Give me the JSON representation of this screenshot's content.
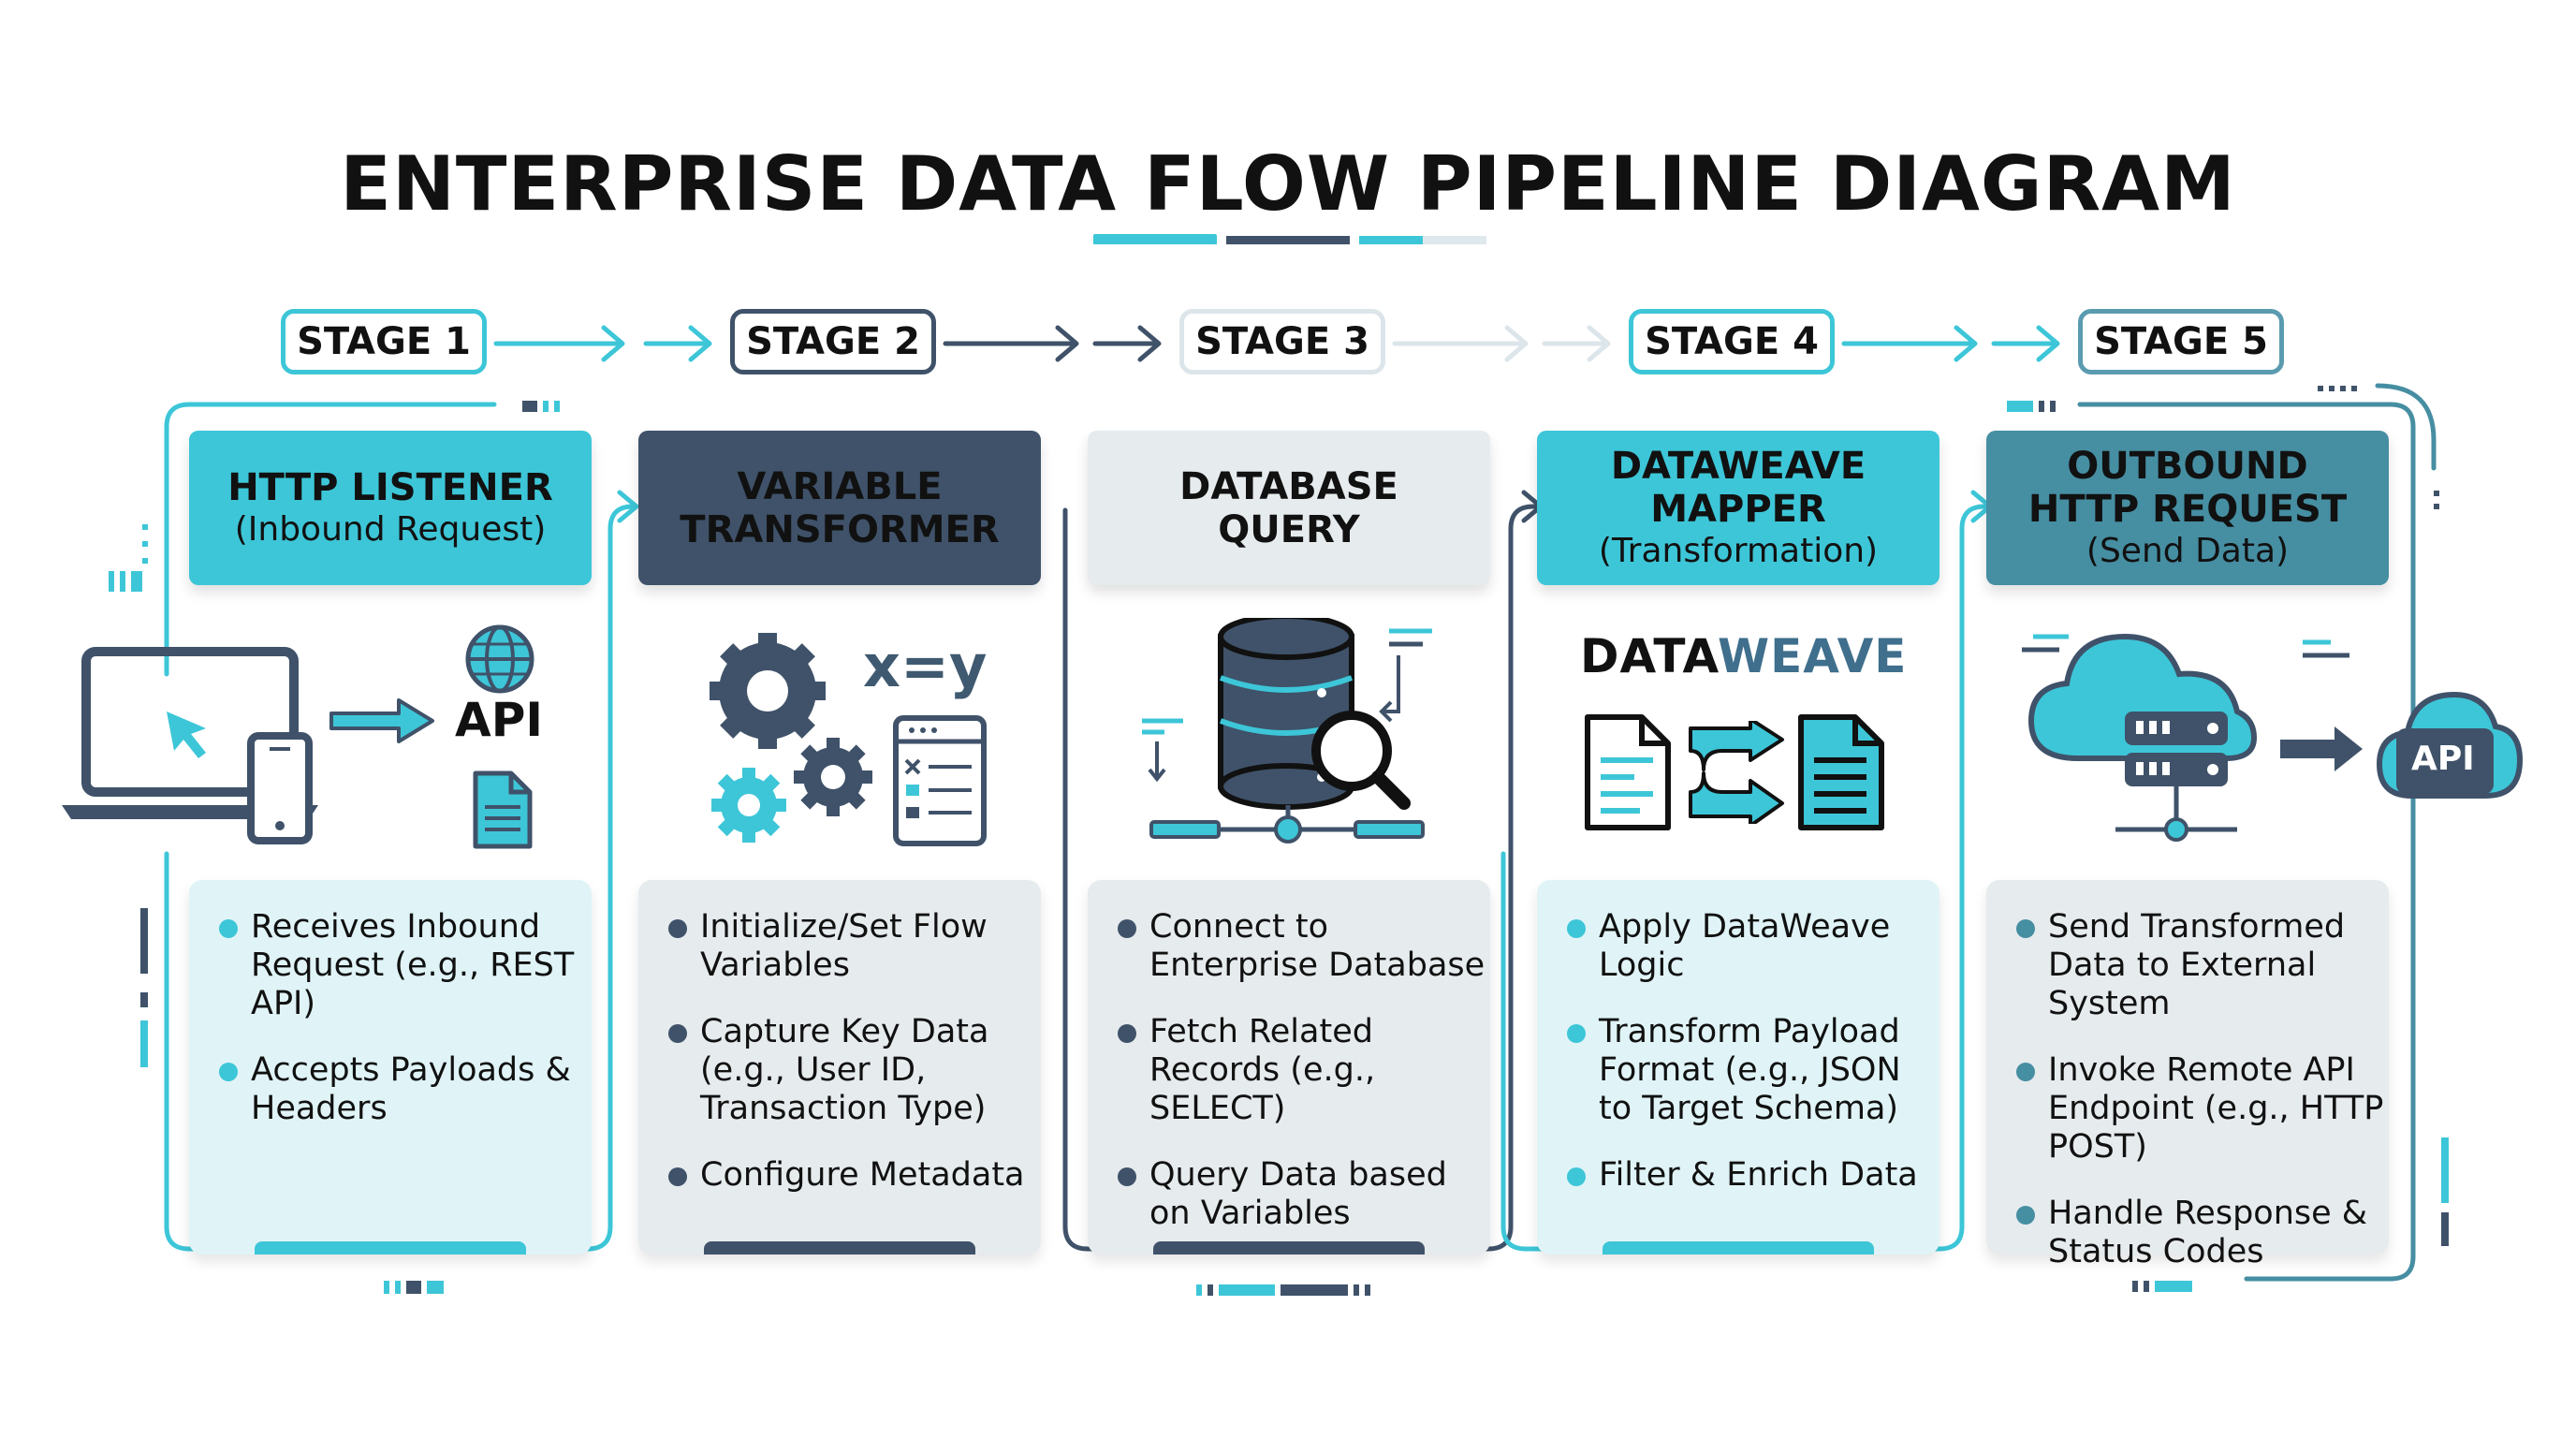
{
  "title": "ENTERPRISE DATA FLOW PIPELINE DIAGRAM",
  "colors": {
    "teal": "#3dc6d8",
    "dark_slate": "#3f5269",
    "light_gray": "#e6ebee",
    "mid_blue": "#468ea2",
    "stage5_pill": "#5a9bb0"
  },
  "stages": [
    {
      "label": "STAGE 1",
      "header_lines": [
        "HTTP LISTENER"
      ],
      "header_sub": "(Inbound Request)",
      "icons": [
        "laptop-cursor-icon",
        "phone-icon",
        "arrow-right-icon",
        "globe-icon",
        "document-icon"
      ],
      "icon_text": "API",
      "bullets": [
        "Receives Inbound Request (e.g., REST API)",
        "Accepts Payloads & Headers"
      ]
    },
    {
      "label": "STAGE 2",
      "header_lines": [
        "VARIABLE",
        "TRANSFORMER"
      ],
      "header_sub": "",
      "icons": [
        "gears-icon",
        "checklist-icon"
      ],
      "icon_text": "x=y",
      "bullets": [
        "Initialize/Set Flow Variables",
        "Capture Key Data (e.g., User ID, Transaction Type)",
        "Configure Metadata"
      ]
    },
    {
      "label": "STAGE 3",
      "header_lines": [
        "DATABASE",
        "QUERY"
      ],
      "header_sub": "",
      "icons": [
        "database-icon",
        "magnifier-icon",
        "network-icon"
      ],
      "icon_text": "",
      "bullets": [
        "Connect to Enterprise Database",
        "Fetch Related Records (e.g., SELECT)",
        "Query Data based on Variables"
      ]
    },
    {
      "label": "STAGE 4",
      "header_lines": [
        "DATAWEAVE",
        "MAPPER"
      ],
      "header_sub": "(Transformation)",
      "icons": [
        "source-document-icon",
        "transform-arrows-icon",
        "target-document-icon"
      ],
      "icon_text_a": "DATA",
      "icon_text_b": "WEAVE",
      "bullets": [
        "Apply DataWeave Logic",
        "Transform Payload Format (e.g., JSON to Target Schema)",
        "Filter & Enrich Data"
      ]
    },
    {
      "label": "STAGE 5",
      "header_lines": [
        "OUTBOUND",
        "HTTP REQUEST"
      ],
      "header_sub": "(Send Data)",
      "icons": [
        "cloud-server-icon",
        "arrow-right-icon",
        "cloud-api-icon"
      ],
      "icon_text": "API",
      "bullets": [
        "Send Transformed Data to External System",
        "Invoke Remote API Endpoint (e.g., HTTP POST)",
        "Handle Response & Status Codes"
      ]
    }
  ]
}
